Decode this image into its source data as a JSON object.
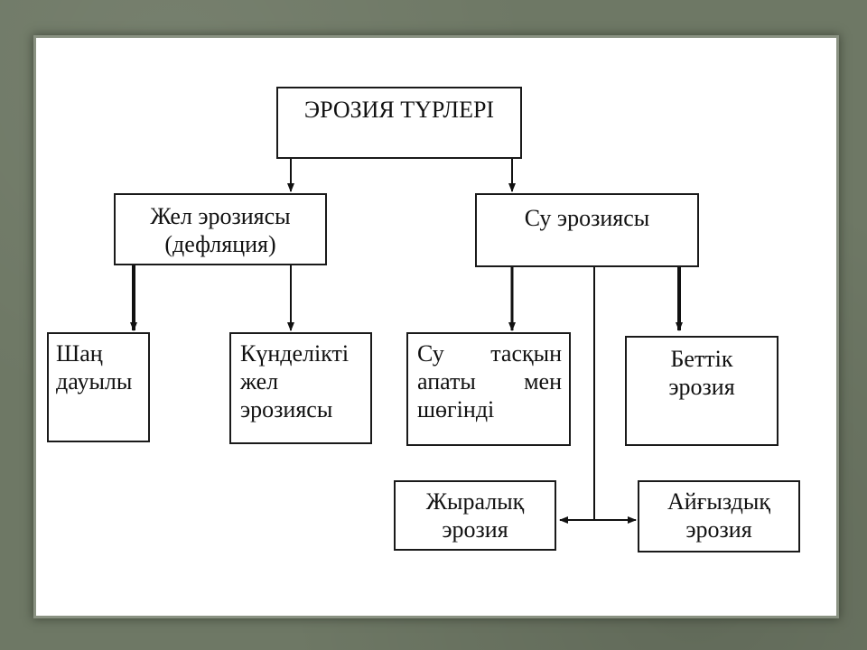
{
  "diagram": {
    "root": {
      "label": "ЭРОЗИЯ ТҮРЛЕРІ"
    },
    "wind": {
      "line1": "Жел эрозиясы",
      "line2": "(дефляция)"
    },
    "water": {
      "label": "Су эрозиясы"
    },
    "dust": {
      "line1": "Шаң",
      "line2": "дауылы"
    },
    "daily": {
      "line1": "Күнделікті",
      "line2": "жел",
      "line3": "эрозиясы"
    },
    "flood": {
      "line1a": "Су",
      "line1b": "тасқын",
      "line2a": "апаты",
      "line2b": "мен",
      "line3": "шөгінді"
    },
    "surface": {
      "line1": "Беттік",
      "line2": "эрозия"
    },
    "ravine": {
      "line1": "Жыралық",
      "line2": "эрозия"
    },
    "gully": {
      "line1": "Айғыздық",
      "line2": "эрозия"
    }
  }
}
